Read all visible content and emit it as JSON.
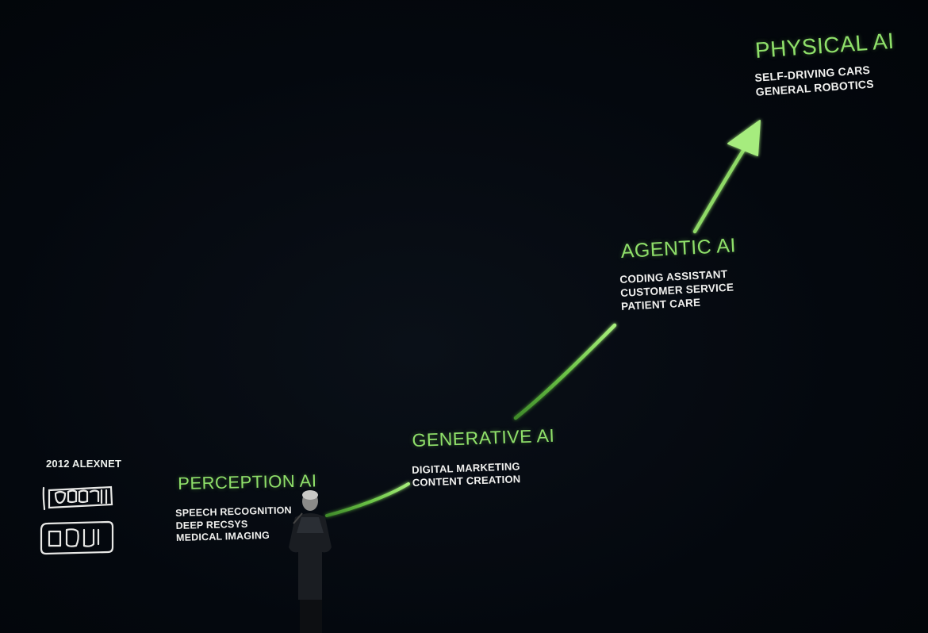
{
  "origin": {
    "label": "2012 ALEXNET",
    "gpu_icon": "gpu-card-icon",
    "chip_icon": "gpu-chip-icon"
  },
  "stages": [
    {
      "title": "PERCEPTION AI",
      "items": [
        "SPEECH RECOGNITION",
        "DEEP RECSYS",
        "MEDICAL IMAGING"
      ]
    },
    {
      "title": "GENERATIVE AI",
      "items": [
        "DIGITAL MARKETING",
        "CONTENT CREATION"
      ]
    },
    {
      "title": "AGENTIC AI",
      "items": [
        "CODING ASSISTANT",
        "CUSTOMER SERVICE",
        "PATIENT CARE"
      ]
    },
    {
      "title": "PHYSICAL AI",
      "items": [
        "SELF-DRIVING CARS",
        "GENERAL ROBOTICS"
      ]
    }
  ],
  "colors": {
    "background": "#03070d",
    "accent": "#8fe06a",
    "text": "#f0f0ee"
  },
  "presenter_icon": "presenter-silhouette-icon"
}
